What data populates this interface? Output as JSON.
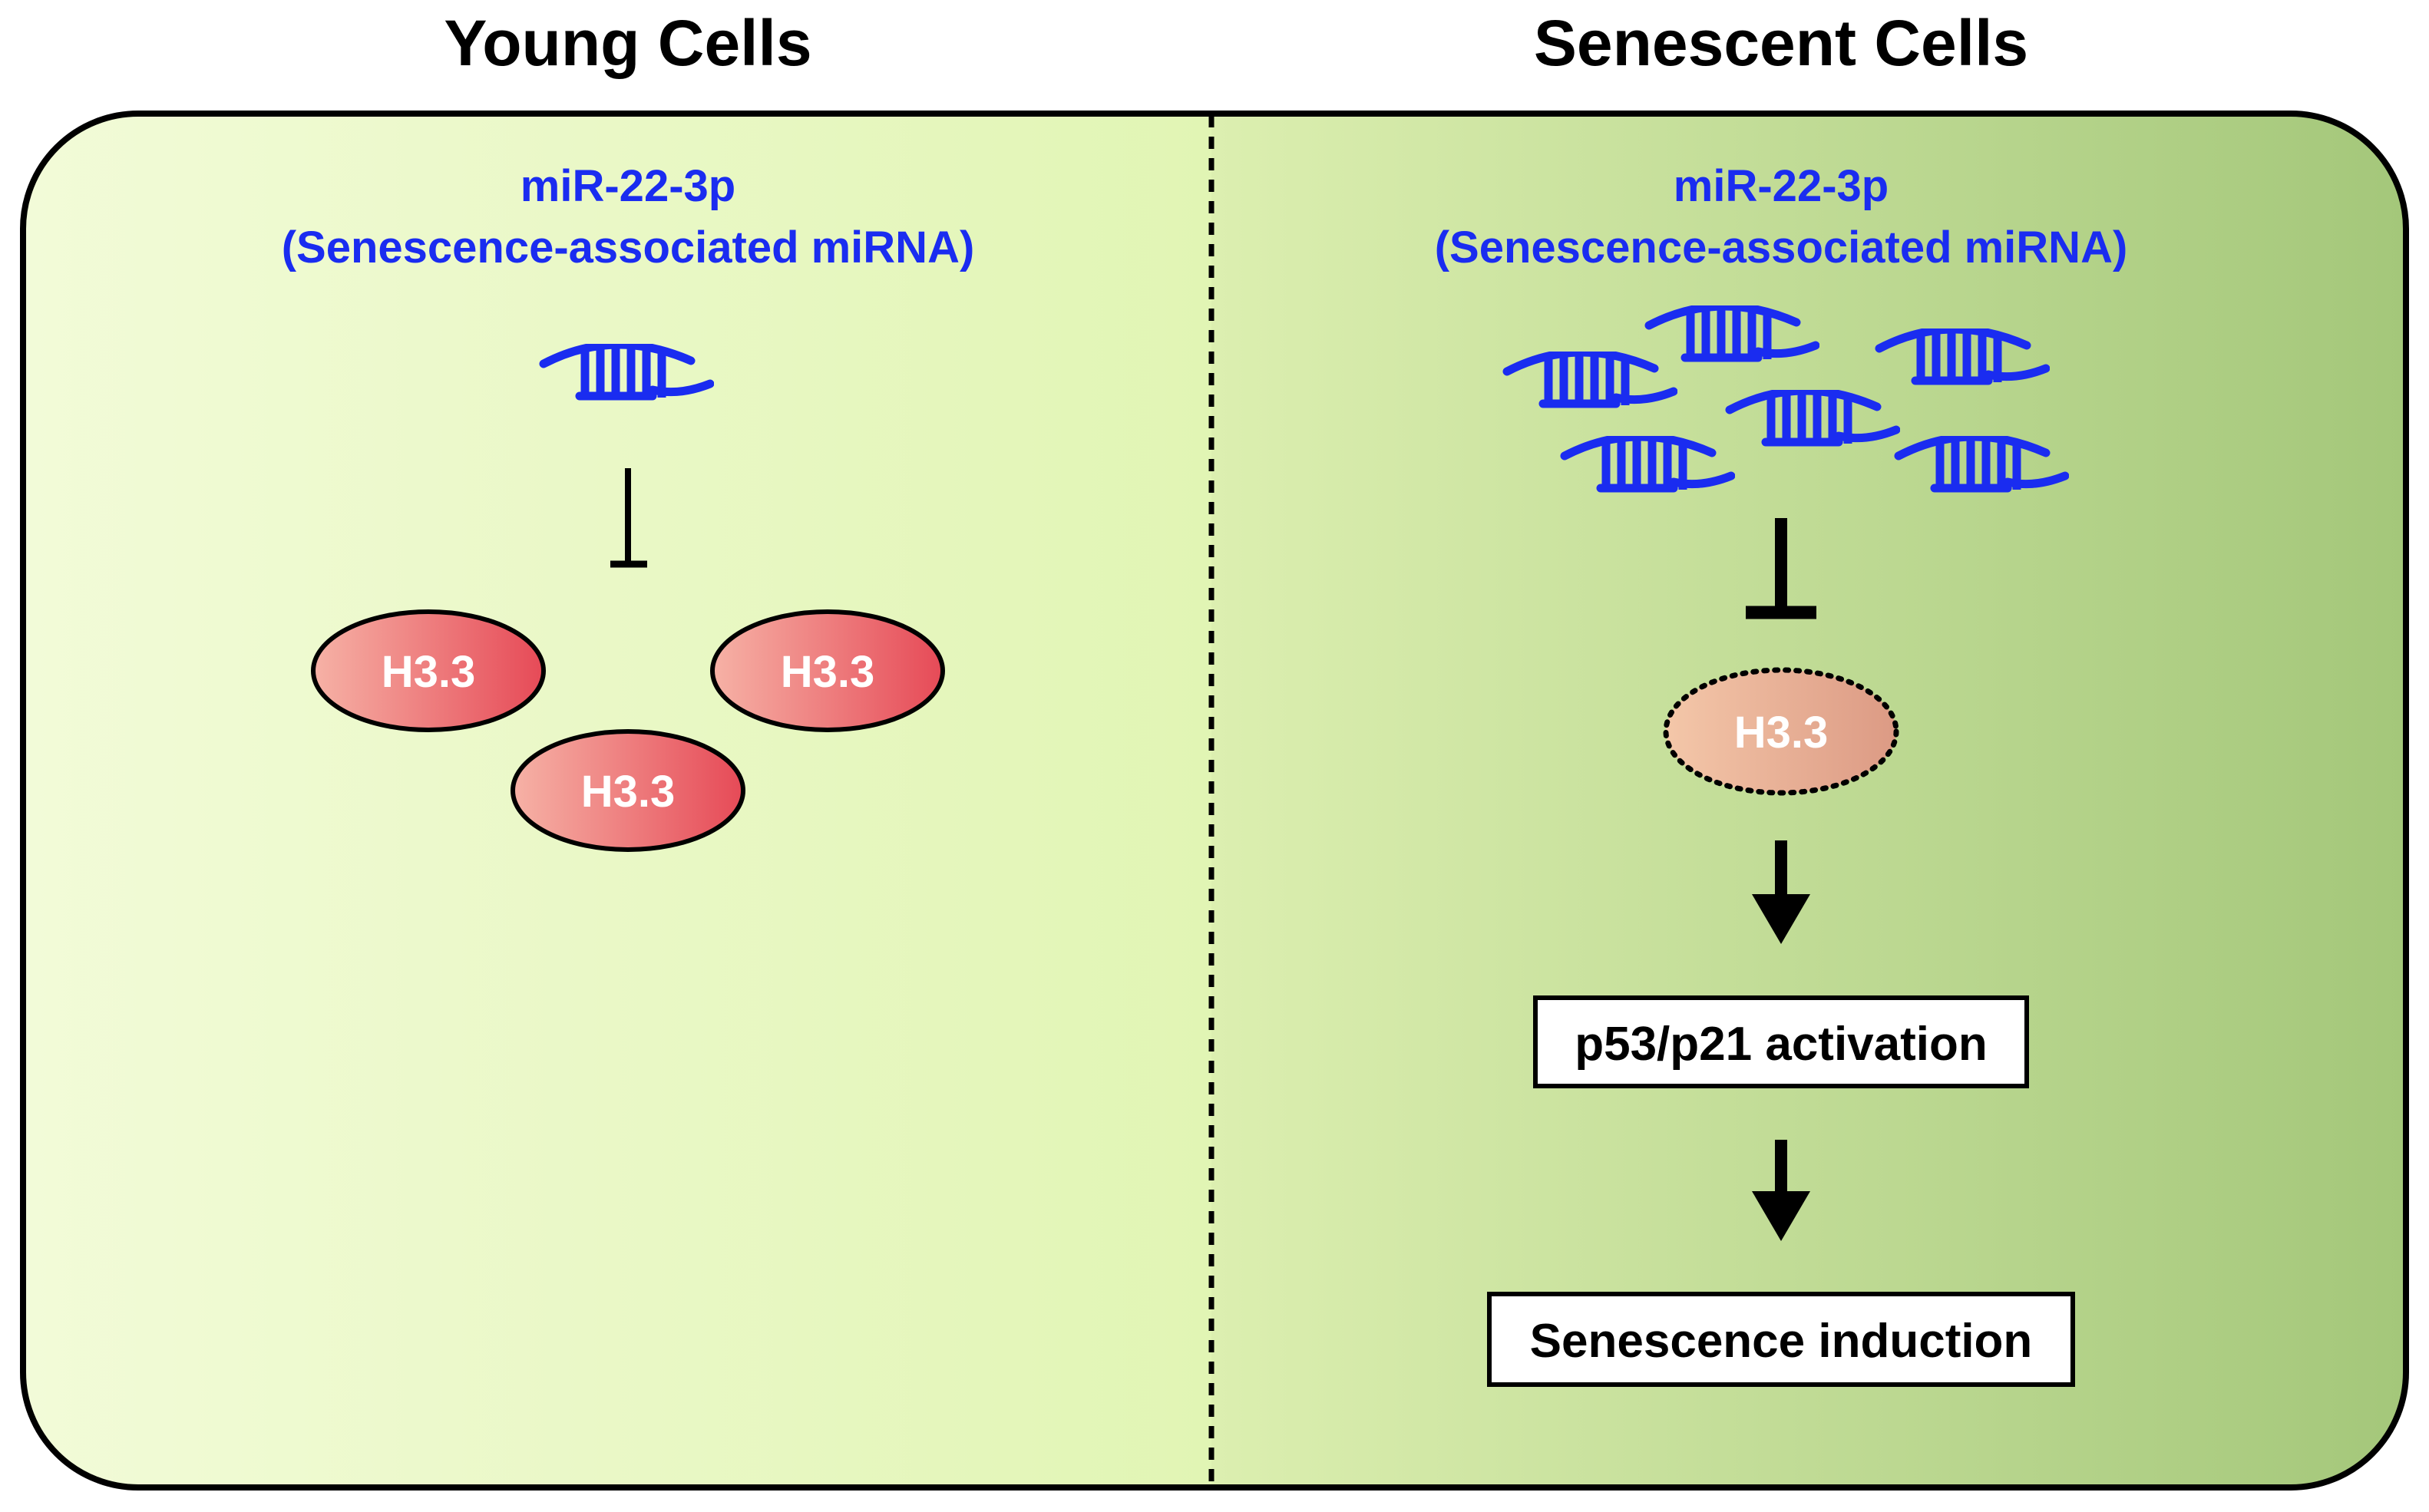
{
  "panels": {
    "young": {
      "heading": "Young Cells",
      "mirna_name": "miR-22-3p",
      "mirna_desc": "(Senescence-associated miRNA)",
      "h33_labels": [
        "H3.3",
        "H3.3",
        "H3.3"
      ]
    },
    "senescent": {
      "heading": "Senescent Cells",
      "mirna_name": "miR-22-3p",
      "mirna_desc": "(Senescence-associated miRNA)",
      "h33_label": "H3.3",
      "step1": "p53/p21 activation",
      "step2": "Senescence induction"
    }
  },
  "colors": {
    "mirna": "#1a2cf0",
    "young_bg_light": "#f2fbd8",
    "young_bg_dark": "#e1f5b4",
    "senescent_bg_light": "#dcefb0",
    "senescent_bg_dark": "#a4c77a",
    "h33_light": "#f6b2a6",
    "h33_dark": "#e64a57",
    "h33_faded_light": "#f4c7a9",
    "h33_faded_dark": "#dc9a84"
  },
  "icons": {
    "mirna": "mirna-hairpin-icon",
    "inhibition": "inhibition-bar-icon",
    "activation": "down-arrow-icon"
  }
}
